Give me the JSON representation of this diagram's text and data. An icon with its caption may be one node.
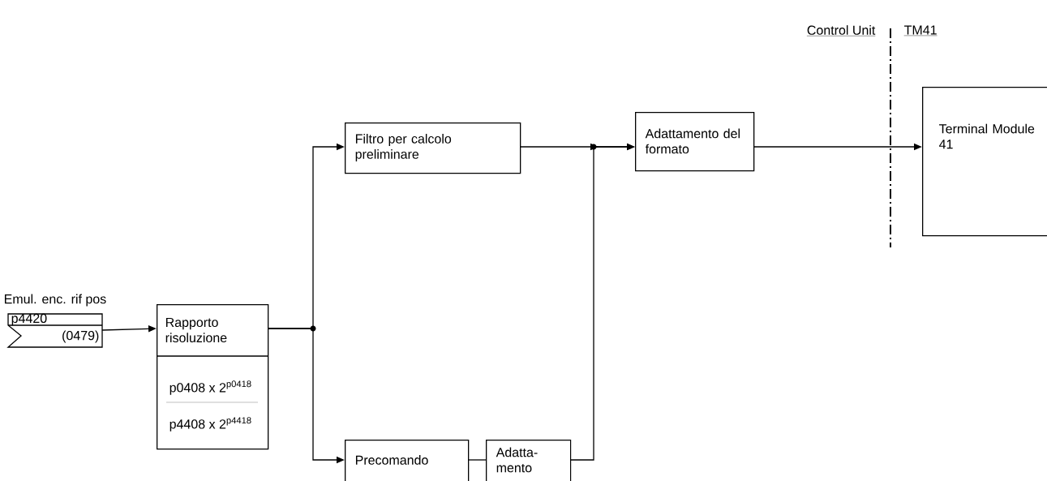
{
  "diagram": {
    "nodes": [
      {
        "text": [
          "p4420",
          "(0479)"
        ],
        "beside": [
          "Emul. enc. rif pos"
        ]
      },
      {
        "text": [
          "Rapporto risoluzione",
          "p0408 x 2$^{p0418}$",
          "p4408 x 2$^{p4418}$"
        ]
      },
      {
        "text": [
          "Filtro per calcolo preliminare"
        ]
      },
      {
        "text": [
          "Precomando"
        ]
      },
      {
        "text": [
          "Adatta- mento"
        ]
      },
      {
        "text": [
          "Adattamento del formato"
        ]
      },
      {
        "text": [
          "Terminal Module 41"
        ]
      }
    ],
    "edges": [
      {
        "from": 0,
        "to": 1,
        "arrow": "to"
      },
      {
        "from": 1,
        "to": 2,
        "arrow": "to"
      },
      {
        "from": 1,
        "to": 3,
        "arrow": "to"
      },
      {
        "from": 2,
        "to": 5,
        "arrow": "to"
      },
      {
        "from": 3,
        "to": 4,
        "arrow": "none"
      },
      {
        "from": 4,
        "to": 5,
        "arrow": "to"
      },
      {
        "from": 5,
        "to": 6,
        "arrow": "to"
      }
    ],
    "labels": [
      "Control Unit",
      "TM41"
    ]
  }
}
